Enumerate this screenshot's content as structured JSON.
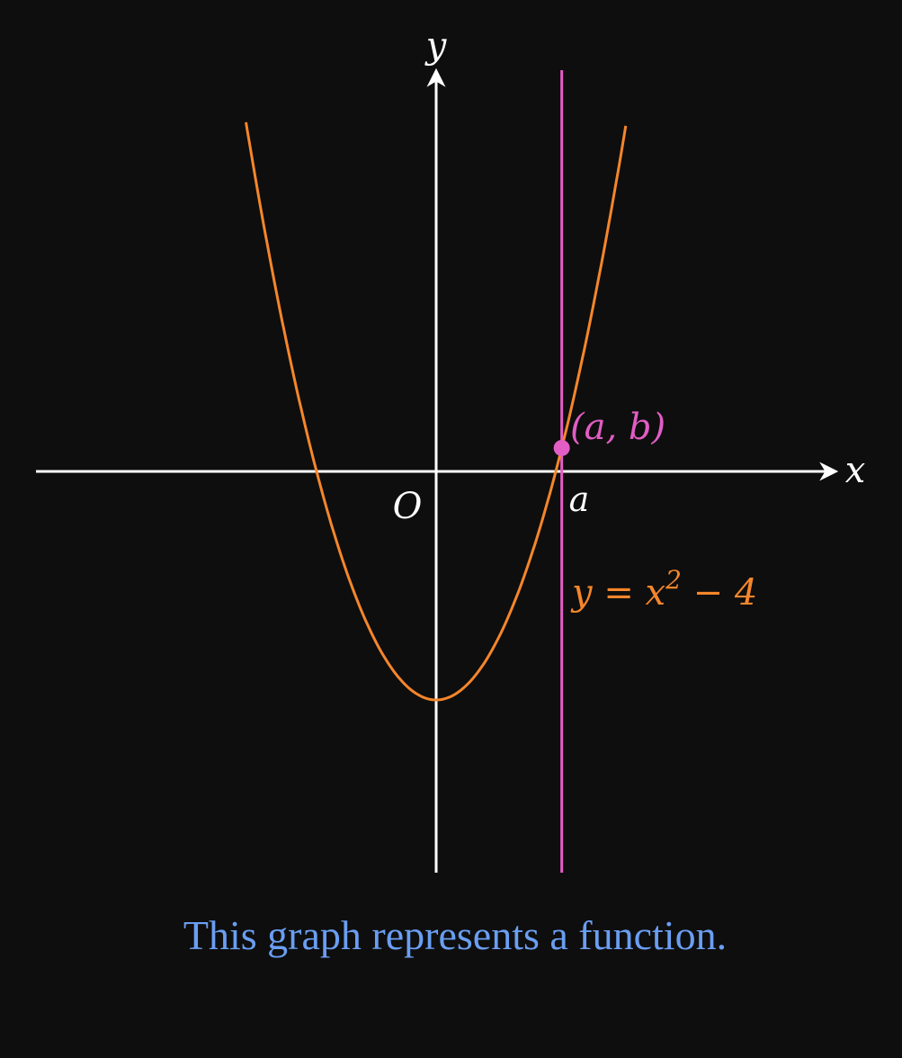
{
  "labels": {
    "y_axis": "y",
    "x_axis": "x",
    "origin": "O",
    "a_tick": "a",
    "point": "(a, b)",
    "function": {
      "base": "y = x",
      "exponent": "2",
      "tail": " − 4"
    }
  },
  "caption": "This graph represents a function.",
  "colors": {
    "background": "#0e0e0e",
    "axes": "#ffffff",
    "curve": "#f5862b",
    "vertical_line": "#e25dc4",
    "caption": "#6a9ef2"
  },
  "diagram": {
    "curve_equation": "y = x^2 - 4",
    "x_range": [
      -3.4,
      3.4
    ],
    "y_range": [
      -5.7,
      7.0
    ],
    "point_a": 2.1,
    "point_b": 0.41
  }
}
